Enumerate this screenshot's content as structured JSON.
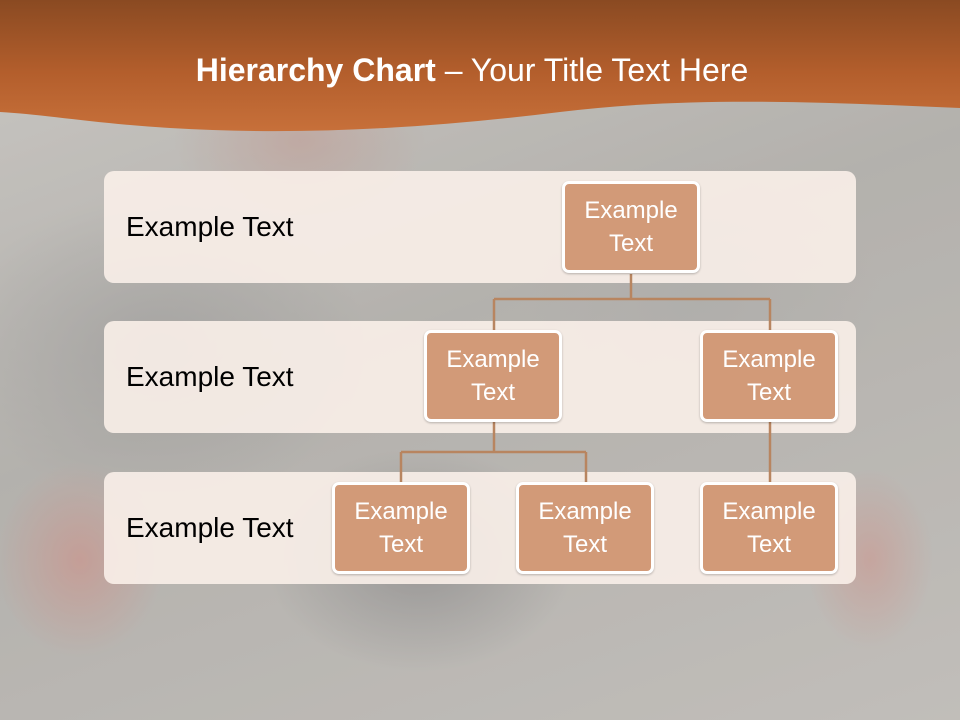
{
  "slide": {
    "title_bold": "Hierarchy Chart",
    "title_rest": " – Your Title Text Here"
  },
  "rows": [
    {
      "label": "Example Text"
    },
    {
      "label": "Example Text"
    },
    {
      "label": "Example Text"
    }
  ],
  "nodes": {
    "root": "Example Text",
    "level2_left": "Example Text",
    "level2_right": "Example Text",
    "level3_a": "Example Text",
    "level3_b": "Example Text",
    "level3_c": "Example Text"
  },
  "colors": {
    "header": "#b9642f",
    "node_fill": "#d29a78",
    "connector": "#b88560",
    "row_fill": "#f9f0e9"
  }
}
